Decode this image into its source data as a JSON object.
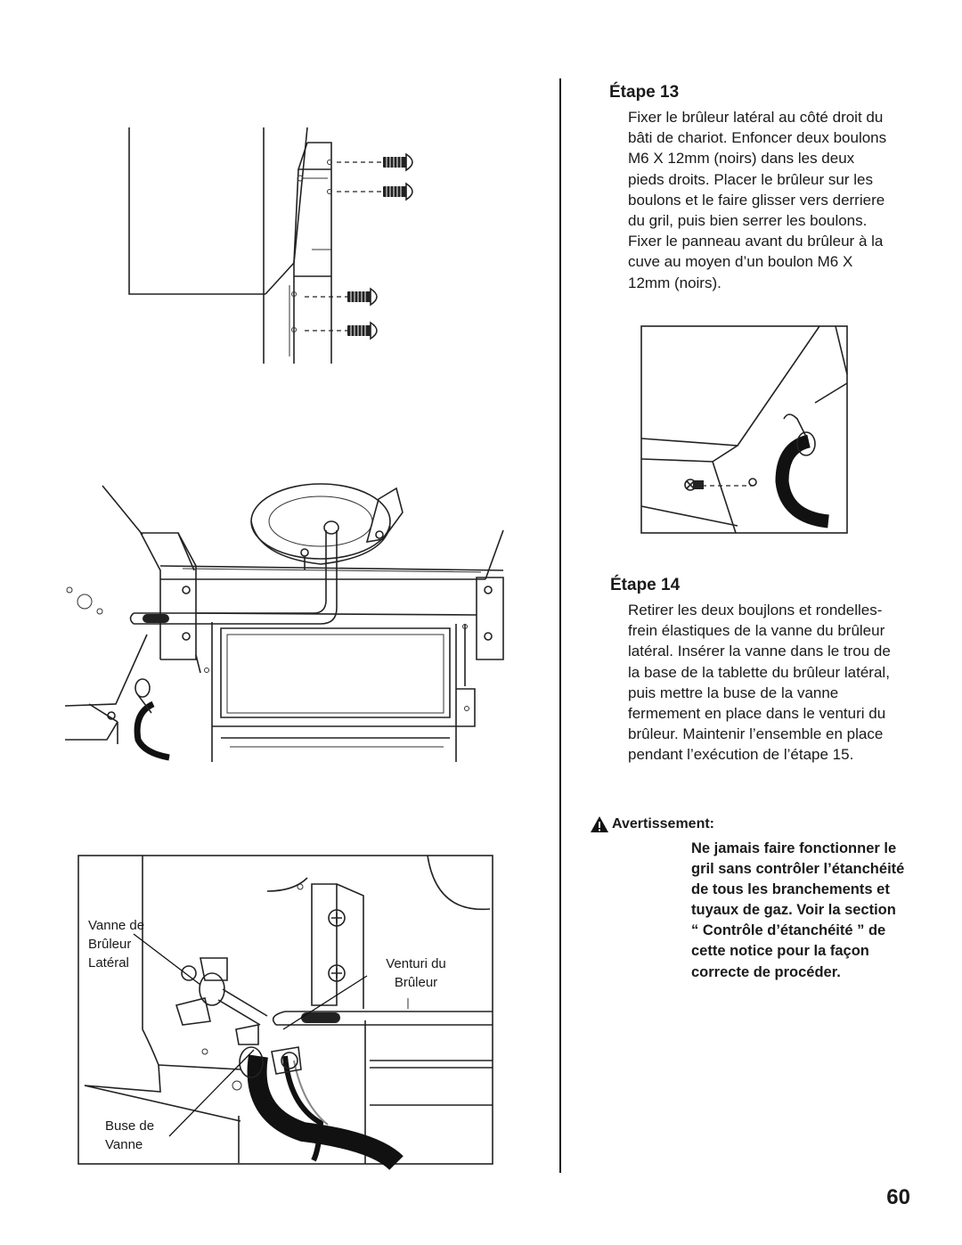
{
  "page_number": "60",
  "step13": {
    "title": "Étape 13",
    "text": "Fixer le brûleur latéral au côté droit du bâti de chariot. Enfoncer deux boulons M6 X 12mm (noirs) dans les deux pieds droits. Placer le brûleur sur les boulons et le faire glisser vers derriere du gril, puis bien serrer les boulons. Fixer le panneau avant du brûleur à la cuve au moyen d’un boulon M6 X 12mm (noirs)."
  },
  "step14": {
    "title": "Étape 14",
    "text": "Retirer les deux boujlons et rondelles-frein élastiques de la vanne du brûleur latéral. Insérer la vanne dans le trou de la base de la tablette du brûleur latéral, puis mettre la buse de la vanne fermement en place dans le venturi du brûleur. Maintenir l’ensemble en place pendant l’exécution de l’étape 15."
  },
  "warning": {
    "label": "Avertissement:",
    "text": "Ne jamais faire fonctionner le gril sans contrôler l’étanchéité de tous les branchements et tuyaux de gaz. Voir la section “ Contrôle d’étanchéité ” de cette notice pour la façon correcte de procéder."
  },
  "figure3_labels": {
    "valve": "Vanne de Brûleur Latéral",
    "venturi": "Venturi du Brûleur",
    "nozzle": "Buse de Vanne"
  }
}
